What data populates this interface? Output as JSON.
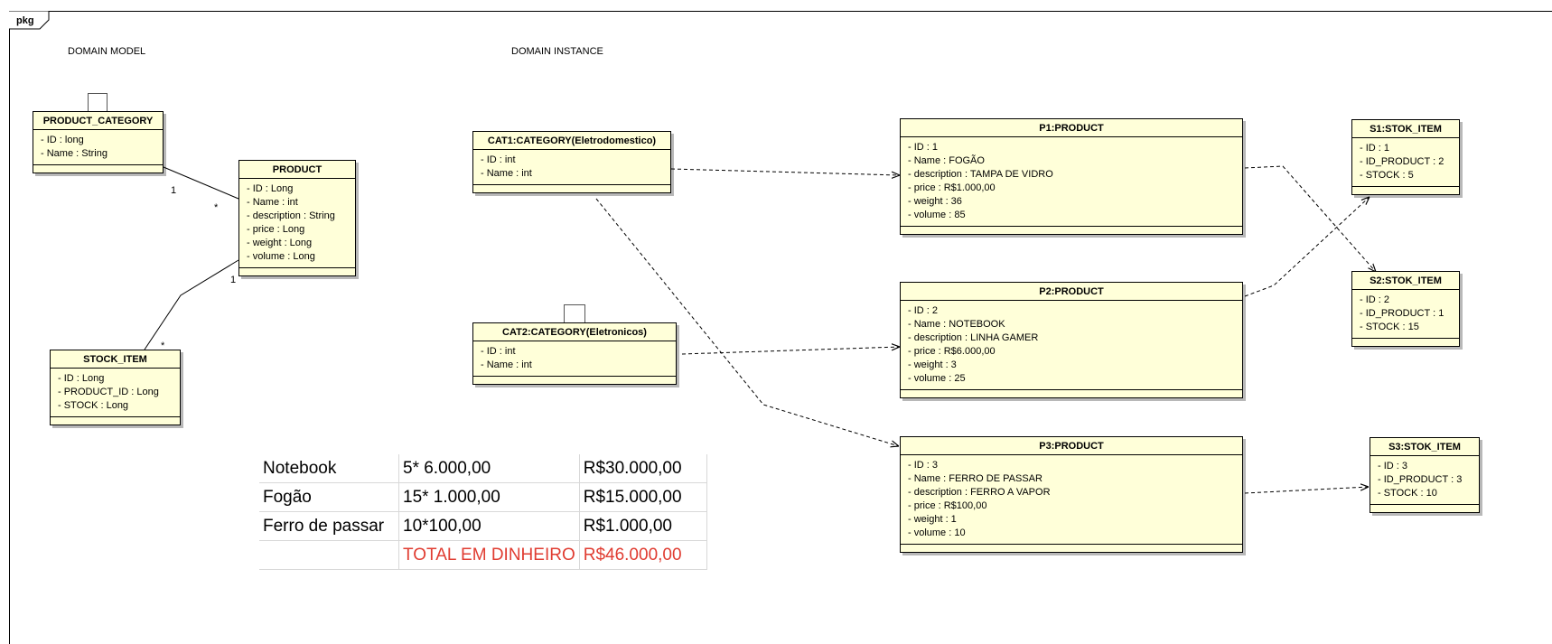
{
  "package": {
    "label": "pkg"
  },
  "sections": {
    "model": "DOMAIN MODEL",
    "instance": "DOMAIN INSTANCE"
  },
  "model": {
    "product_category": {
      "title": "PRODUCT_CATEGORY",
      "attrs": [
        "- ID : long",
        "- Name : String"
      ]
    },
    "product": {
      "title": "PRODUCT",
      "attrs": [
        "- ID : Long",
        "- Name : int",
        "- description : String",
        "- price : Long",
        "- weight : Long",
        "- volume : Long"
      ]
    },
    "stock_item": {
      "title": "STOCK_ITEM",
      "attrs": [
        "- ID : Long",
        "- PRODUCT_ID : Long",
        "- STOCK : Long"
      ]
    },
    "multiplicities": {
      "cat_end": "1",
      "prod_end_cat": "*",
      "prod_end_stock": "1",
      "stock_end": "*"
    }
  },
  "instances": {
    "cat1": {
      "title": "CAT1:CATEGORY(Eletrodomestico)",
      "attrs": [
        "- ID : int",
        "- Name : int"
      ]
    },
    "cat2": {
      "title": "CAT2:CATEGORY(Eletronicos)",
      "attrs": [
        "- ID : int",
        "- Name : int"
      ]
    },
    "p1": {
      "title": "P1:PRODUCT",
      "attrs": [
        "- ID : 1",
        "- Name : FOGÃO",
        "- description : TAMPA DE VIDRO",
        "- price : R$1.000,00",
        "- weight : 36",
        "- volume : 85"
      ]
    },
    "p2": {
      "title": "P2:PRODUCT",
      "attrs": [
        "- ID : 2",
        "- Name : NOTEBOOK",
        "- description : LINHA GAMER",
        "- price : R$6.000,00",
        "- weight : 3",
        "- volume : 25"
      ]
    },
    "p3": {
      "title": "P3:PRODUCT",
      "attrs": [
        "- ID : 3",
        "- Name : FERRO DE PASSAR",
        "- description : FERRO A VAPOR",
        "- price : R$100,00",
        "- weight : 1",
        "- volume : 10"
      ]
    },
    "s1": {
      "title": "S1:STOK_ITEM",
      "attrs": [
        "- ID : 1",
        "- ID_PRODUCT : 2",
        "- STOCK : 5"
      ]
    },
    "s2": {
      "title": "S2:STOK_ITEM",
      "attrs": [
        "- ID : 2",
        "- ID_PRODUCT : 1",
        "- STOCK : 15"
      ]
    },
    "s3": {
      "title": "S3:STOK_ITEM",
      "attrs": [
        "- ID : 3",
        "- ID_PRODUCT : 3",
        "- STOCK : 10"
      ]
    }
  },
  "calc": {
    "rows": [
      [
        "Notebook",
        "5* 6.000,00",
        "R$30.000,00"
      ],
      [
        "Fogão",
        "15* 1.000,00",
        "R$15.000,00"
      ],
      [
        "Ferro de passar",
        "10*100,00",
        "R$1.000,00"
      ],
      [
        "",
        "TOTAL EM DINHEIRO",
        "R$46.000,00"
      ]
    ],
    "total_color": "#e03c31"
  },
  "colors": {
    "class_fill": "#ffffd9",
    "line": "#000000"
  }
}
